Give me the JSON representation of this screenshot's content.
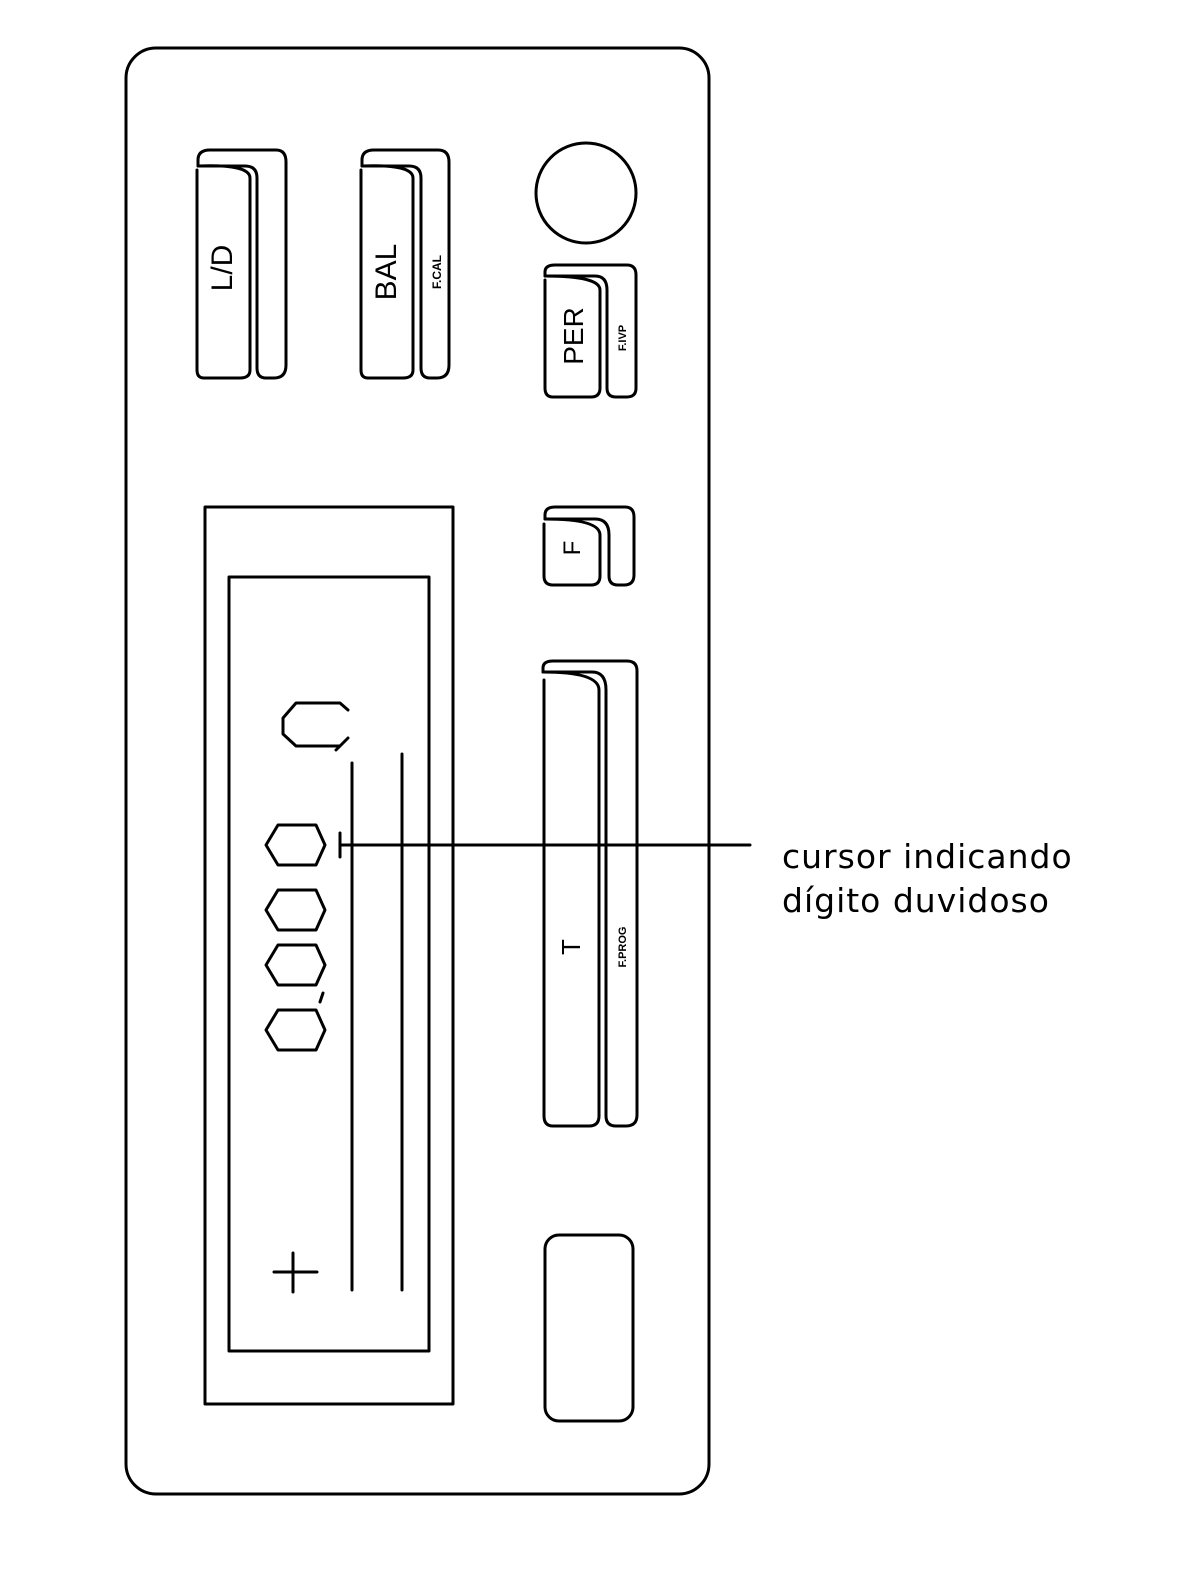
{
  "keys": {
    "ld_label": "L/D",
    "bal_label": "BAL",
    "bal_sub": "F.CAL",
    "per_label": "PER",
    "per_sub": "F.IVP",
    "f_label": "F",
    "t_label": "T",
    "t_sub": "F.PROG",
    "blank_label": ""
  },
  "display": {
    "reading_digits": [
      "0",
      "0",
      "0",
      "0"
    ],
    "decimal_mark": ",",
    "unit": "g",
    "sign": "+"
  },
  "callout": {
    "line1": "cursor indicando",
    "line2": "dígito duvidoso"
  },
  "colors": {
    "ink": "#000000",
    "paper": "#ffffff"
  }
}
